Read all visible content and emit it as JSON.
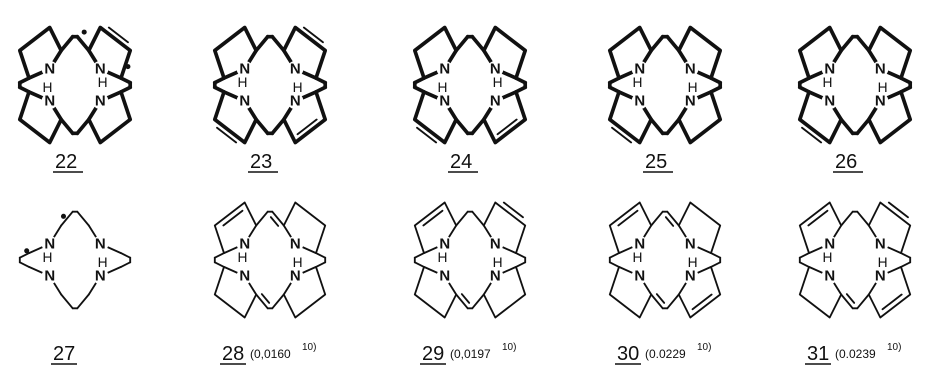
{
  "figure": {
    "row1": [
      {
        "id": "22",
        "atoms": {
          "tl": "N",
          "tr": "N",
          "tr_h": "H",
          "bl": "N",
          "bl_h": "H",
          "br": "N"
        }
      },
      {
        "id": "23",
        "atoms": {
          "tl": "N",
          "tl_h": "H",
          "tr": "N",
          "bl": "N",
          "br": "N",
          "br_h": "H"
        }
      },
      {
        "id": "24",
        "atoms": {
          "tl": "N",
          "tr": "N",
          "tr_h": "H",
          "bl": "N",
          "bl_h": "H",
          "br": "N"
        }
      },
      {
        "id": "25",
        "atoms": {
          "tl": "N",
          "tl_h": "H",
          "tr": "N",
          "bl": "N",
          "br": "N",
          "br_h": "H"
        }
      },
      {
        "id": "26",
        "atoms": {
          "tl": "N",
          "tl_h": "H",
          "tr": "N",
          "bl": "N",
          "br": "N",
          "br_h": "H"
        }
      }
    ],
    "row2": [
      {
        "id": "27",
        "value": "",
        "sup": "",
        "atoms": {
          "tl": "N",
          "tl_h": "H",
          "tr": "N",
          "bl": "N",
          "br": "N",
          "br_h": "H"
        }
      },
      {
        "id": "28",
        "value": "(0,0160",
        "sup": "10)",
        "close": ")",
        "atoms": {
          "tl": "N",
          "tl_h": "H",
          "tr": "N",
          "bl": "N",
          "br": "N",
          "br_h": "H"
        }
      },
      {
        "id": "29",
        "value": "(0,0197",
        "sup": "10)",
        "close": ")",
        "atoms": {
          "tl": "N",
          "tl_h": "H",
          "tr": "N",
          "bl": "N",
          "br": "N",
          "br_h": "H"
        }
      },
      {
        "id": "30",
        "value": "(0.0229",
        "sup": "10)",
        "close": ")",
        "atoms": {
          "tl": "N",
          "tl_h": "H",
          "tr": "N",
          "bl": "N",
          "br": "N",
          "br_h": "H"
        }
      },
      {
        "id": "31",
        "value": "(0.0239",
        "sup": "10)",
        "close": ")",
        "atoms": {
          "tl": "N",
          "tl_h": "H",
          "tr": "N",
          "bl": "N",
          "br": "N",
          "br_h": "H"
        }
      }
    ]
  }
}
